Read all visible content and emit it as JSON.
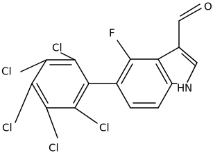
{
  "molecule": {
    "atoms": {
      "fluorine": "F",
      "indole_nh": "H",
      "indole_n": "N",
      "chlorine": [
        "Cl",
        "Cl",
        "Cl",
        "Cl",
        "Cl"
      ],
      "aldehyde_o": "O"
    },
    "colors": {
      "bond": "#000000",
      "label": "#000000",
      "background": "#ffffff"
    }
  }
}
